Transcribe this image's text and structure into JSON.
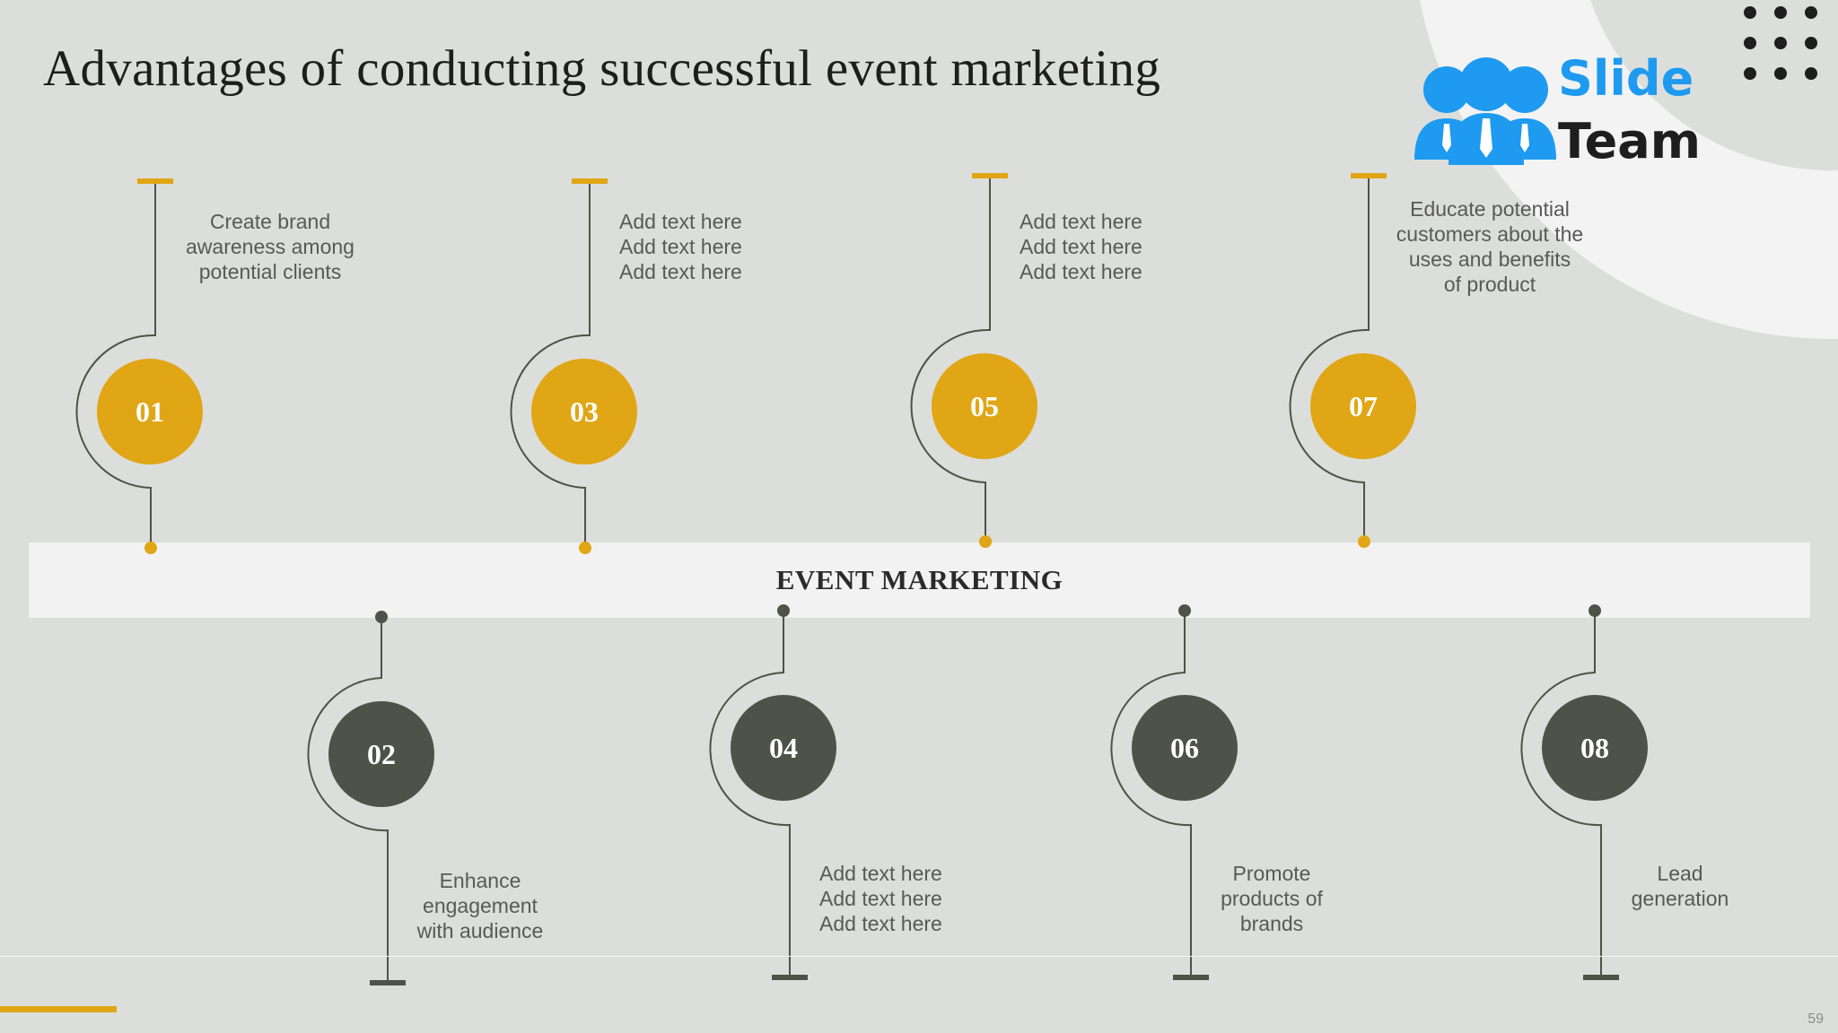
{
  "title": "Advantages of conducting successful event marketing",
  "band_label": "EVENT MARKETING",
  "logo": {
    "word1": "Slide",
    "word2": "Team"
  },
  "slide_number": "59",
  "colors": {
    "gold": "#e0a616",
    "dark": "#4f5249",
    "band": "#f2f2f2",
    "text": "#595959",
    "logo_blue": "#1e9af0"
  },
  "items": [
    {
      "number": "01",
      "lines": [
        "Create brand",
        "awareness among",
        "potential clients"
      ]
    },
    {
      "number": "02",
      "lines": [
        "Enhance",
        "engagement",
        "with audience"
      ]
    },
    {
      "number": "03",
      "lines": [
        "Add text here",
        "Add text here",
        "Add text here"
      ]
    },
    {
      "number": "04",
      "lines": [
        "Add text here",
        "Add text here",
        "Add text here"
      ]
    },
    {
      "number": "05",
      "lines": [
        "Add text here",
        "Add text here",
        "Add text here"
      ]
    },
    {
      "number": "06",
      "lines": [
        "Promote",
        "products of",
        "brands"
      ]
    },
    {
      "number": "07",
      "lines": [
        "Educate potential",
        "customers about the",
        "uses and benefits",
        "of product"
      ]
    },
    {
      "number": "08",
      "lines": [
        "Lead",
        "generation"
      ]
    }
  ]
}
